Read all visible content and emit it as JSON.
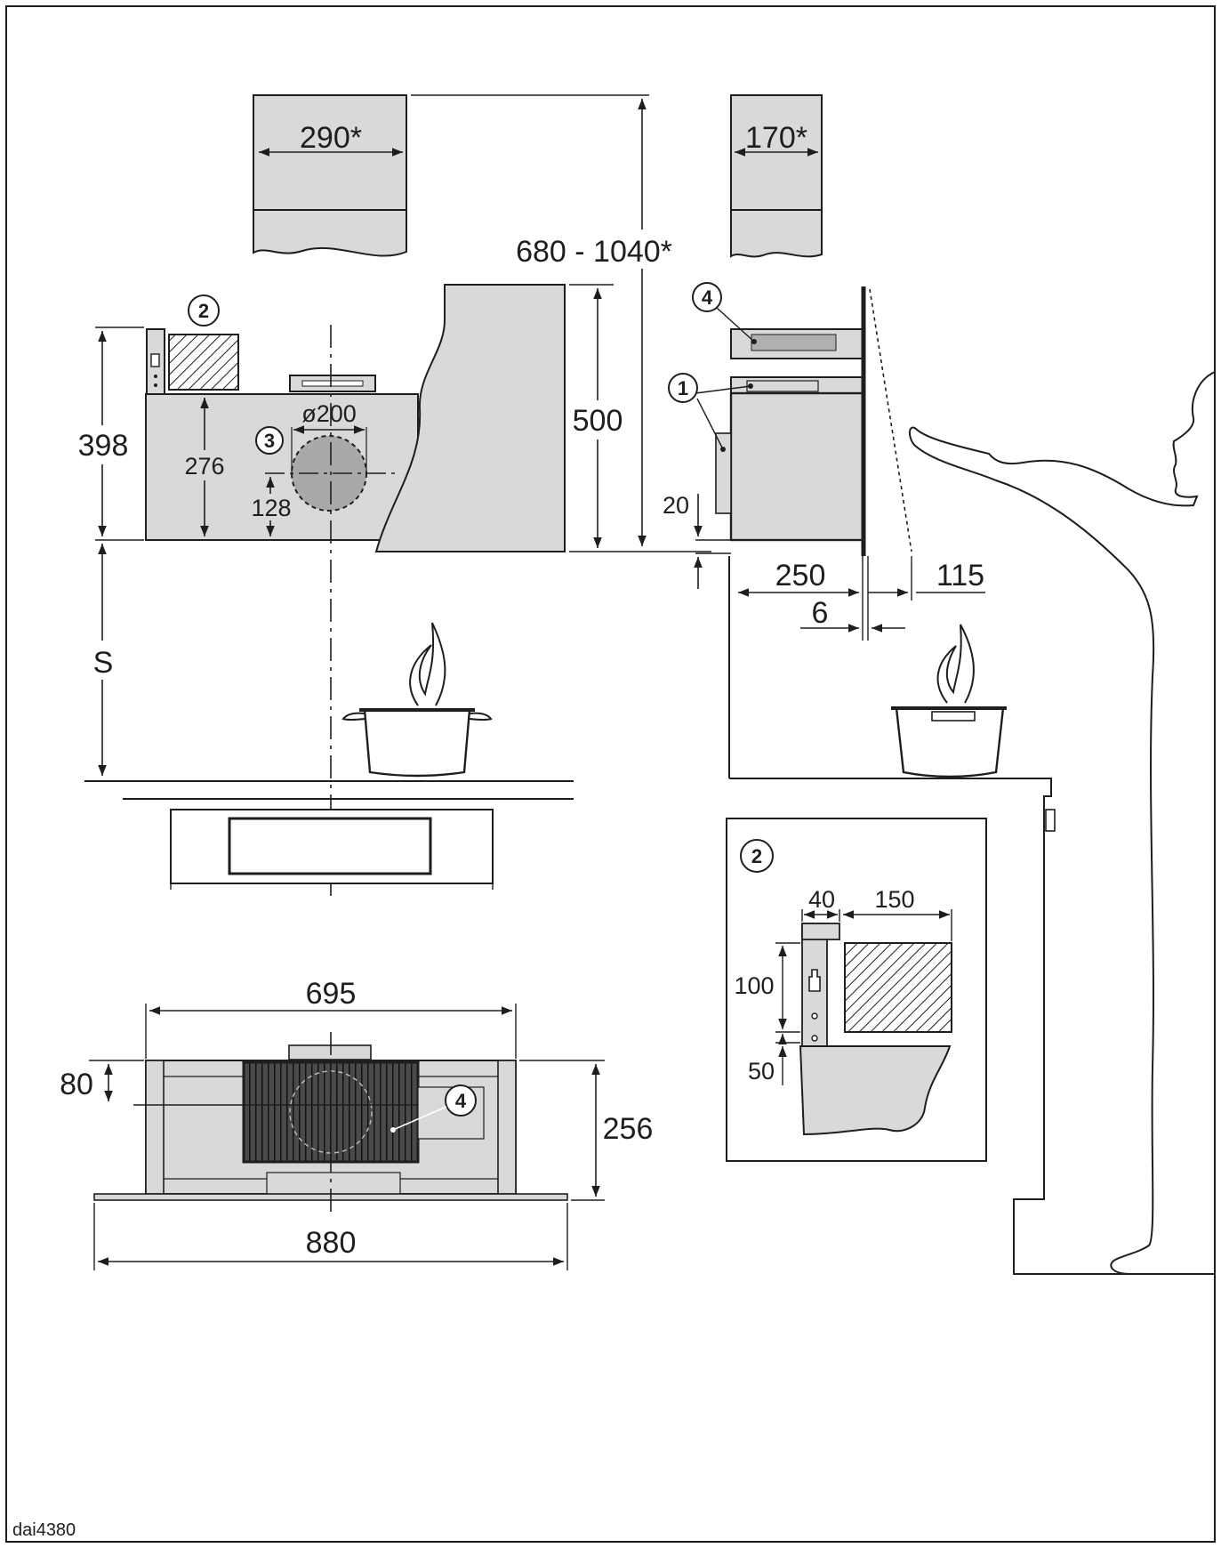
{
  "drawing_code": "dai4380",
  "callouts": {
    "c1": "1",
    "c2": "2",
    "c3": "3",
    "c4": "4"
  },
  "dimensions": {
    "duct_width": "290*",
    "duct_depth": "170*",
    "duct_height_range": "680 - 1040*",
    "hood_front_height": "500",
    "hood_total_height": "398",
    "outlet_center_height": "276",
    "outlet_low": "128",
    "outlet_diameter": "ø200",
    "panel_offset": "20",
    "hood_depth": "250",
    "panel_tilt": "115",
    "panel_thickness": "6",
    "hob_distance": "S",
    "filter_width": "695",
    "filter_offset": "80",
    "canopy_depth": "256",
    "canopy_width": "880",
    "bracket_width": "40",
    "bracket_spacing": "150",
    "bracket_height": "100",
    "bracket_low": "50"
  },
  "colors": {
    "line": "#1e1e1e",
    "fill": "#d9d9d9",
    "filter_dark": "#2a2a2a",
    "outlet": "#a9a9a9"
  }
}
